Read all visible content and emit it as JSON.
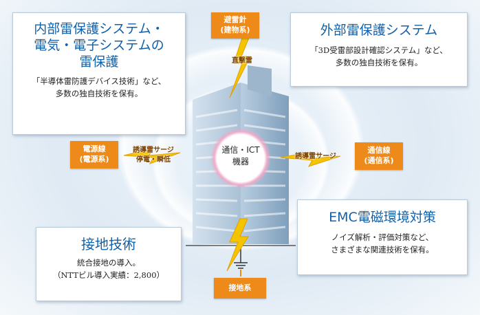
{
  "boxes": {
    "internal": {
      "title_lines": [
        "内部雷保護システム・",
        "電気・電子システムの",
        "雷保護"
      ],
      "body_lines": [
        "「半導体雷防護デバイス技術」など、",
        "多数の独自技術を保有。"
      ]
    },
    "external": {
      "title": "外部雷保護システム",
      "body_lines": [
        "「3D受雷部設計確認システム」など、",
        "多数の独自技術を保有。"
      ]
    },
    "grounding": {
      "title": "接地技術",
      "body_lines": [
        "統合接地の導入。",
        "（NTTビル導入実績：2,800）"
      ]
    },
    "emc": {
      "title": "EMC電磁環境対策",
      "body_lines": [
        "ノイズ解析・評価対策など、",
        "さまざまな関連技術を保有。"
      ]
    }
  },
  "labels": {
    "lightning_rod": [
      "避雷針",
      "(建物系)"
    ],
    "power_line": [
      "電源線",
      "(電源系)"
    ],
    "comm_line": [
      "通信線",
      "(通信系)"
    ],
    "grounding_system": "接地系",
    "direct_strike": "直撃雷",
    "surge_power": [
      "誘導雷サージ",
      "停電・瞬低"
    ],
    "surge_comm": "誘導雷サージ",
    "center": [
      "通信・ICT",
      "機器"
    ]
  },
  "colors": {
    "accent_blue": "#1260a8",
    "orange": "#ee8a1a",
    "bolt_yellow": "#f5c400",
    "ring_pink": "#f2a8c6"
  }
}
